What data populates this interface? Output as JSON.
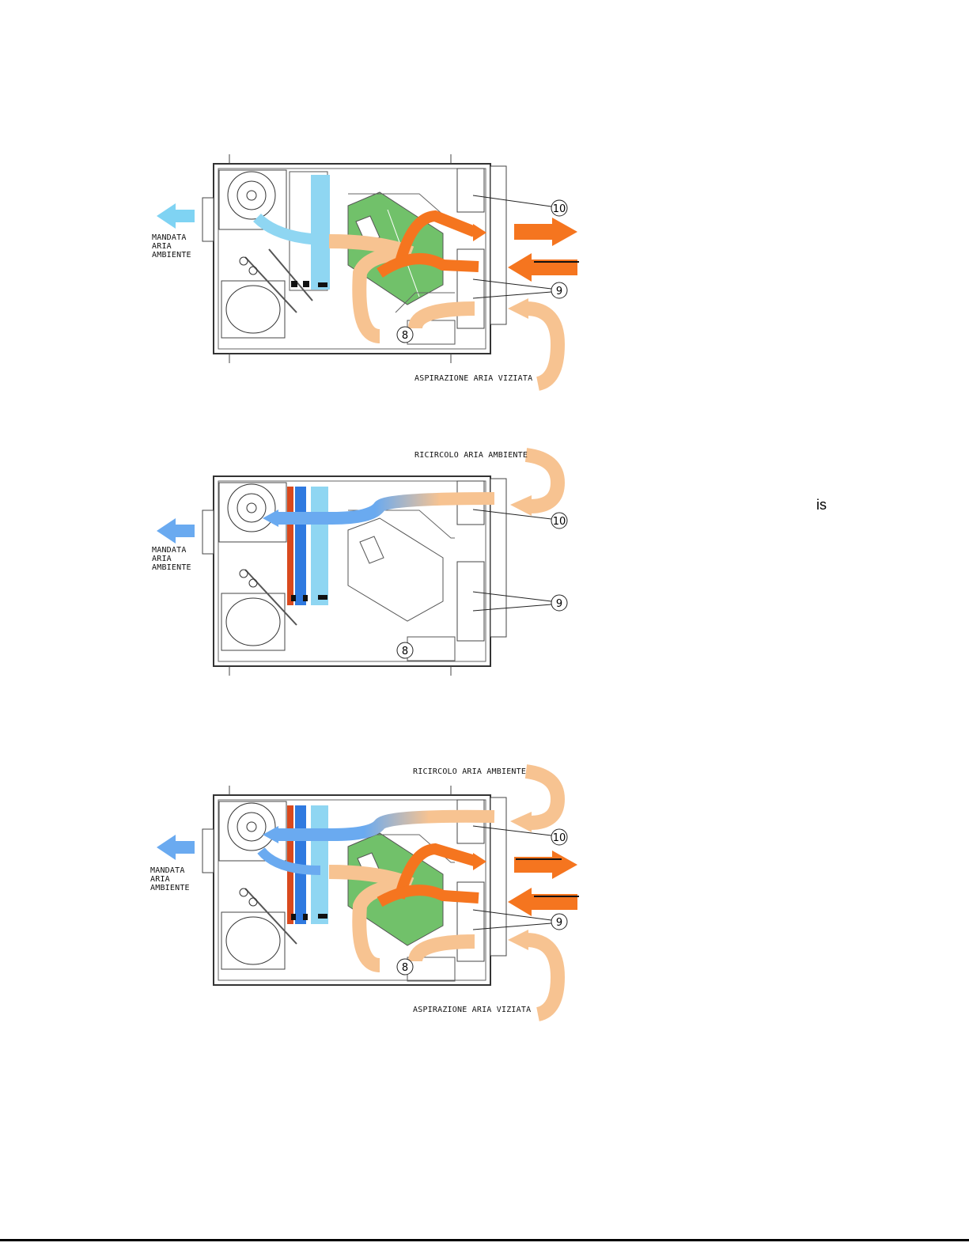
{
  "diagrams": [
    {
      "labels": {
        "supply": "MANDATA\nARIA\nAMBIENTE",
        "extract": "ASPIRAZIONE ARIA VIZIATA"
      },
      "callouts": [
        "10",
        "9",
        "8"
      ]
    },
    {
      "labels": {
        "supply": "MANDATA\nARIA\nAMBIENTE",
        "recirc": "RICIRCOLO ARIA AMBIENTE"
      },
      "callouts": [
        "10",
        "9",
        "8"
      ]
    },
    {
      "labels": {
        "supply": "MANDATA\nARIA\nAMBIENTE",
        "recirc": "RICIRCOLO ARIA AMBIENTE",
        "extract": "ASPIRAZIONE ARIA VIZIATA"
      },
      "callouts": [
        "10",
        "9",
        "8"
      ]
    }
  ],
  "stray_text": "is",
  "colors": {
    "supply_arrow": "#7fd3f3",
    "supply_arrow_blue": "#6aaaf0",
    "warm_air": "#f7c391",
    "exhaust_orange": "#f5751f",
    "heat_exchanger": "#71c16a",
    "coil_cold": "#8fd6f2",
    "coil_blue": "#2f7ae0",
    "coil_red": "#d9491e"
  }
}
